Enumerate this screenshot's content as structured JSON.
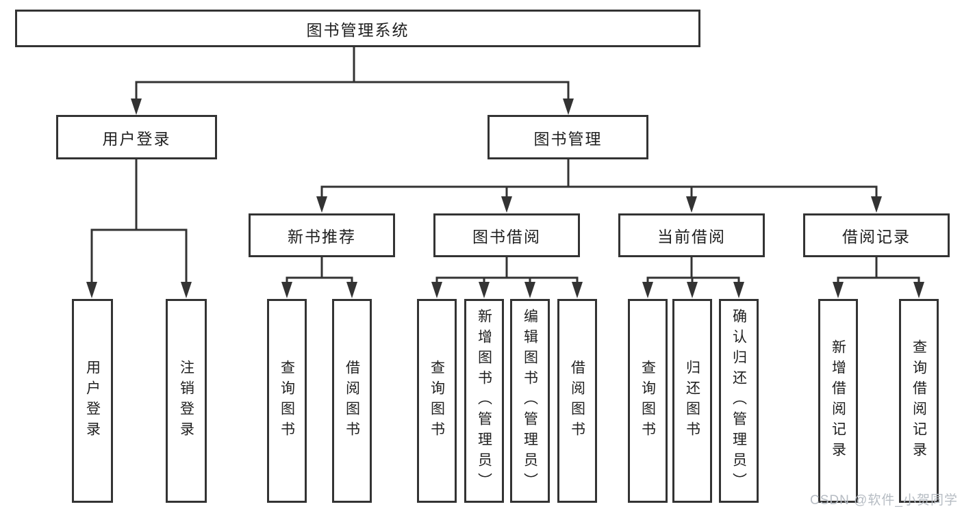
{
  "diagram": {
    "type": "tree",
    "colors": {
      "line": "#333333",
      "box_border": "#333333",
      "text": "#1f1f1f",
      "background": "#ffffff",
      "watermark": "#b6bcc3"
    },
    "tree": {
      "root": "图书管理系统",
      "login": {
        "label": "用户登录",
        "children": [
          "用户登录",
          "注销登录"
        ]
      },
      "management": {
        "label": "图书管理",
        "groups": [
          {
            "label": "新书推荐",
            "children": [
              "查询图书",
              "借阅图书"
            ]
          },
          {
            "label": "图书借阅",
            "children": [
              "查询图书",
              "新增图书（管理员）",
              "编辑图书（管理员）",
              "借阅图书"
            ]
          },
          {
            "label": "当前借阅",
            "children": [
              "查询图书",
              "归还图书",
              "确认归还（管理员）"
            ]
          },
          {
            "label": "借阅记录",
            "children": [
              "新增借阅记录",
              "查询借阅记录"
            ]
          }
        ]
      }
    },
    "watermark": "CSDN @软件_小贺同学"
  }
}
